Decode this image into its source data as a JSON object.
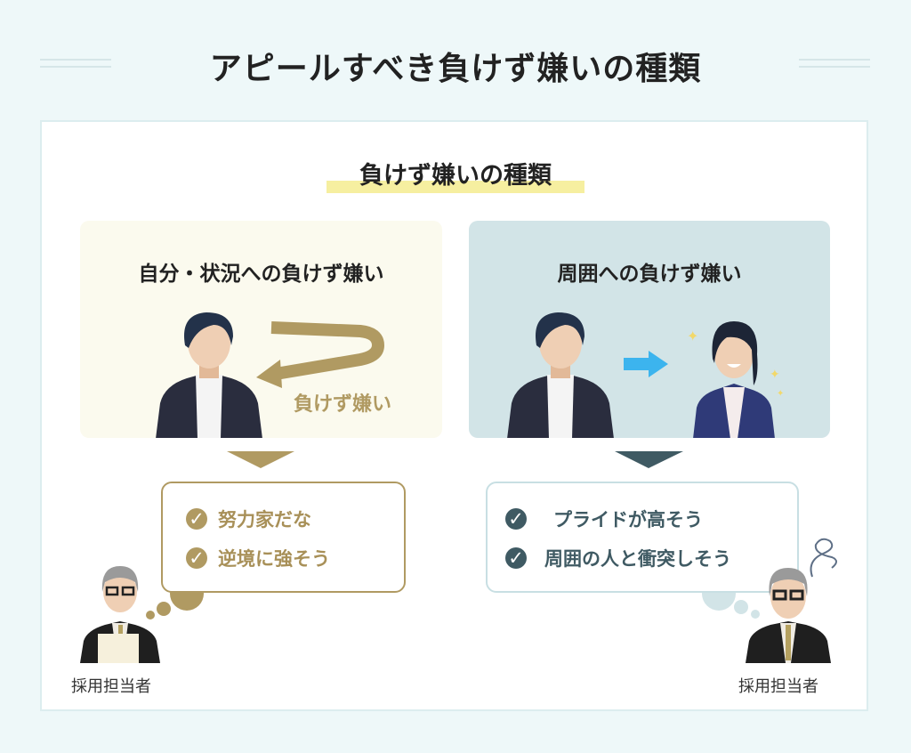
{
  "title": "アピールすべき負けず嫌いの種類",
  "subtitle": "負けず嫌いの種類",
  "left_panel": {
    "title": "自分・状況への負けず嫌い",
    "arrow_label": "負けず嫌い",
    "bubble_items": [
      "努力家だな",
      "逆境に強そう"
    ],
    "recruiter_label": "採用担当者"
  },
  "right_panel": {
    "title": "周囲への負けず嫌い",
    "bubble_items": [
      "プライドが高そう",
      "周囲の人と衝突しそう"
    ],
    "recruiter_label": "採用担当者"
  },
  "colors": {
    "gold": "#b09a62",
    "slate": "#3f5a63",
    "left_bg": "#fbfaee",
    "right_bg": "#d2e4e7",
    "highlight": "#f6efa0",
    "arrow_blue": "#3cb4ee"
  }
}
